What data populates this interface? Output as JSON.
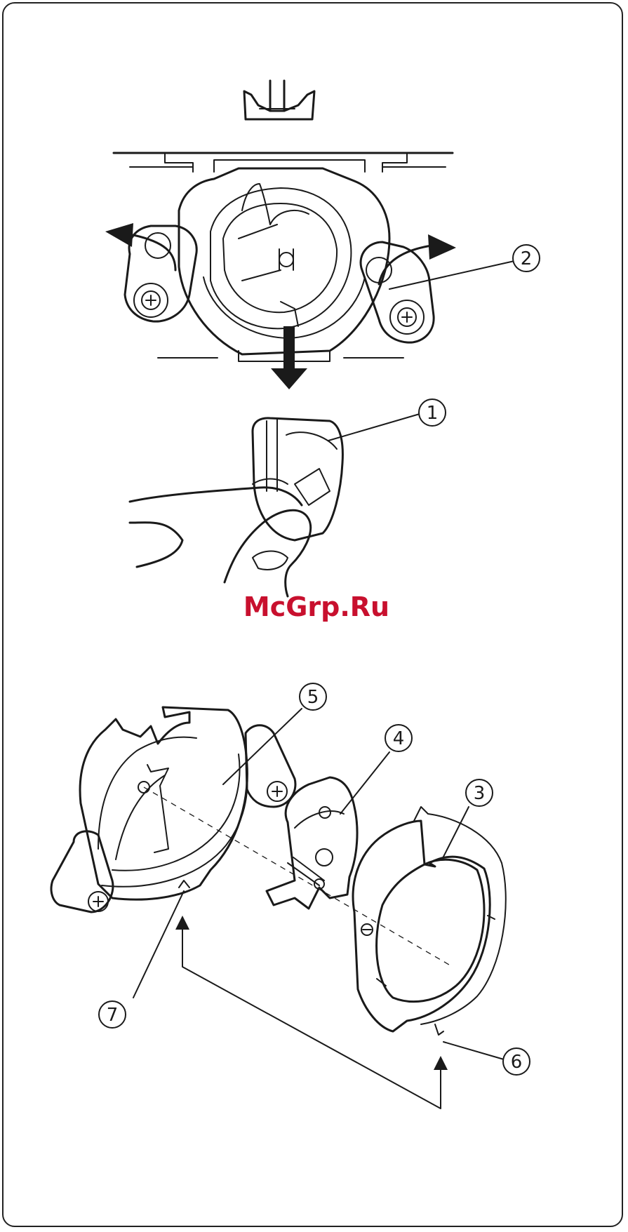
{
  "callouts": [
    {
      "id": "c1",
      "label": "1"
    },
    {
      "id": "c2",
      "label": "2"
    },
    {
      "id": "c3",
      "label": "3"
    },
    {
      "id": "c4",
      "label": "4"
    },
    {
      "id": "c5",
      "label": "5"
    },
    {
      "id": "c6",
      "label": "6"
    },
    {
      "id": "c7",
      "label": "7"
    }
  ],
  "watermark": {
    "text": "McGrp.Ru",
    "color": "#c8102e"
  },
  "colors": {
    "line": "#1a1a1a",
    "background": "#ffffff"
  }
}
